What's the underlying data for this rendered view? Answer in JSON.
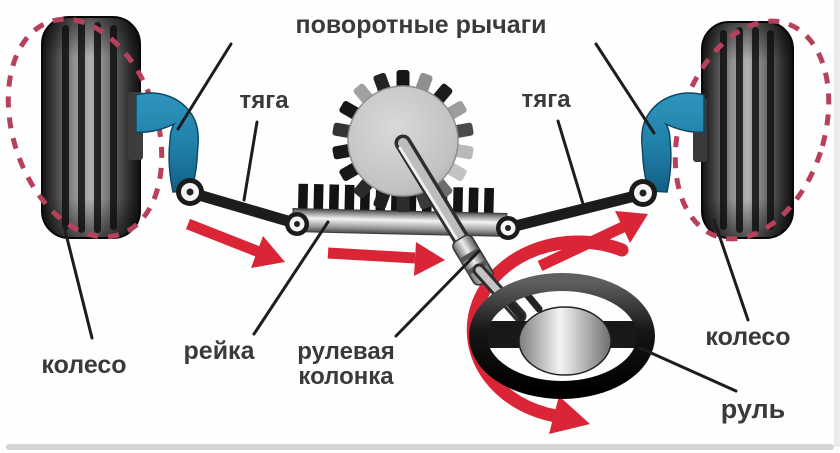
{
  "diagram": {
    "title": "поворотные рычаги",
    "labels": {
      "tie_rod_left": "тяга",
      "tie_rod_right": "тяга",
      "wheel_left": "колесо",
      "wheel_right": "колесо",
      "rack": "рейка",
      "steering_column": "рулевая колонка",
      "steering_wheel": "руль"
    },
    "colors": {
      "arrow_red": "#da2537",
      "turn_ellipse_dashed_red": "#b7405a",
      "knuckle_blue": "#1f7fa8",
      "metal_dark": "#1c1c1c",
      "gear_gray": "#c7c7c7",
      "label_text": "#3a3a3a",
      "background": "#ffffff"
    }
  }
}
